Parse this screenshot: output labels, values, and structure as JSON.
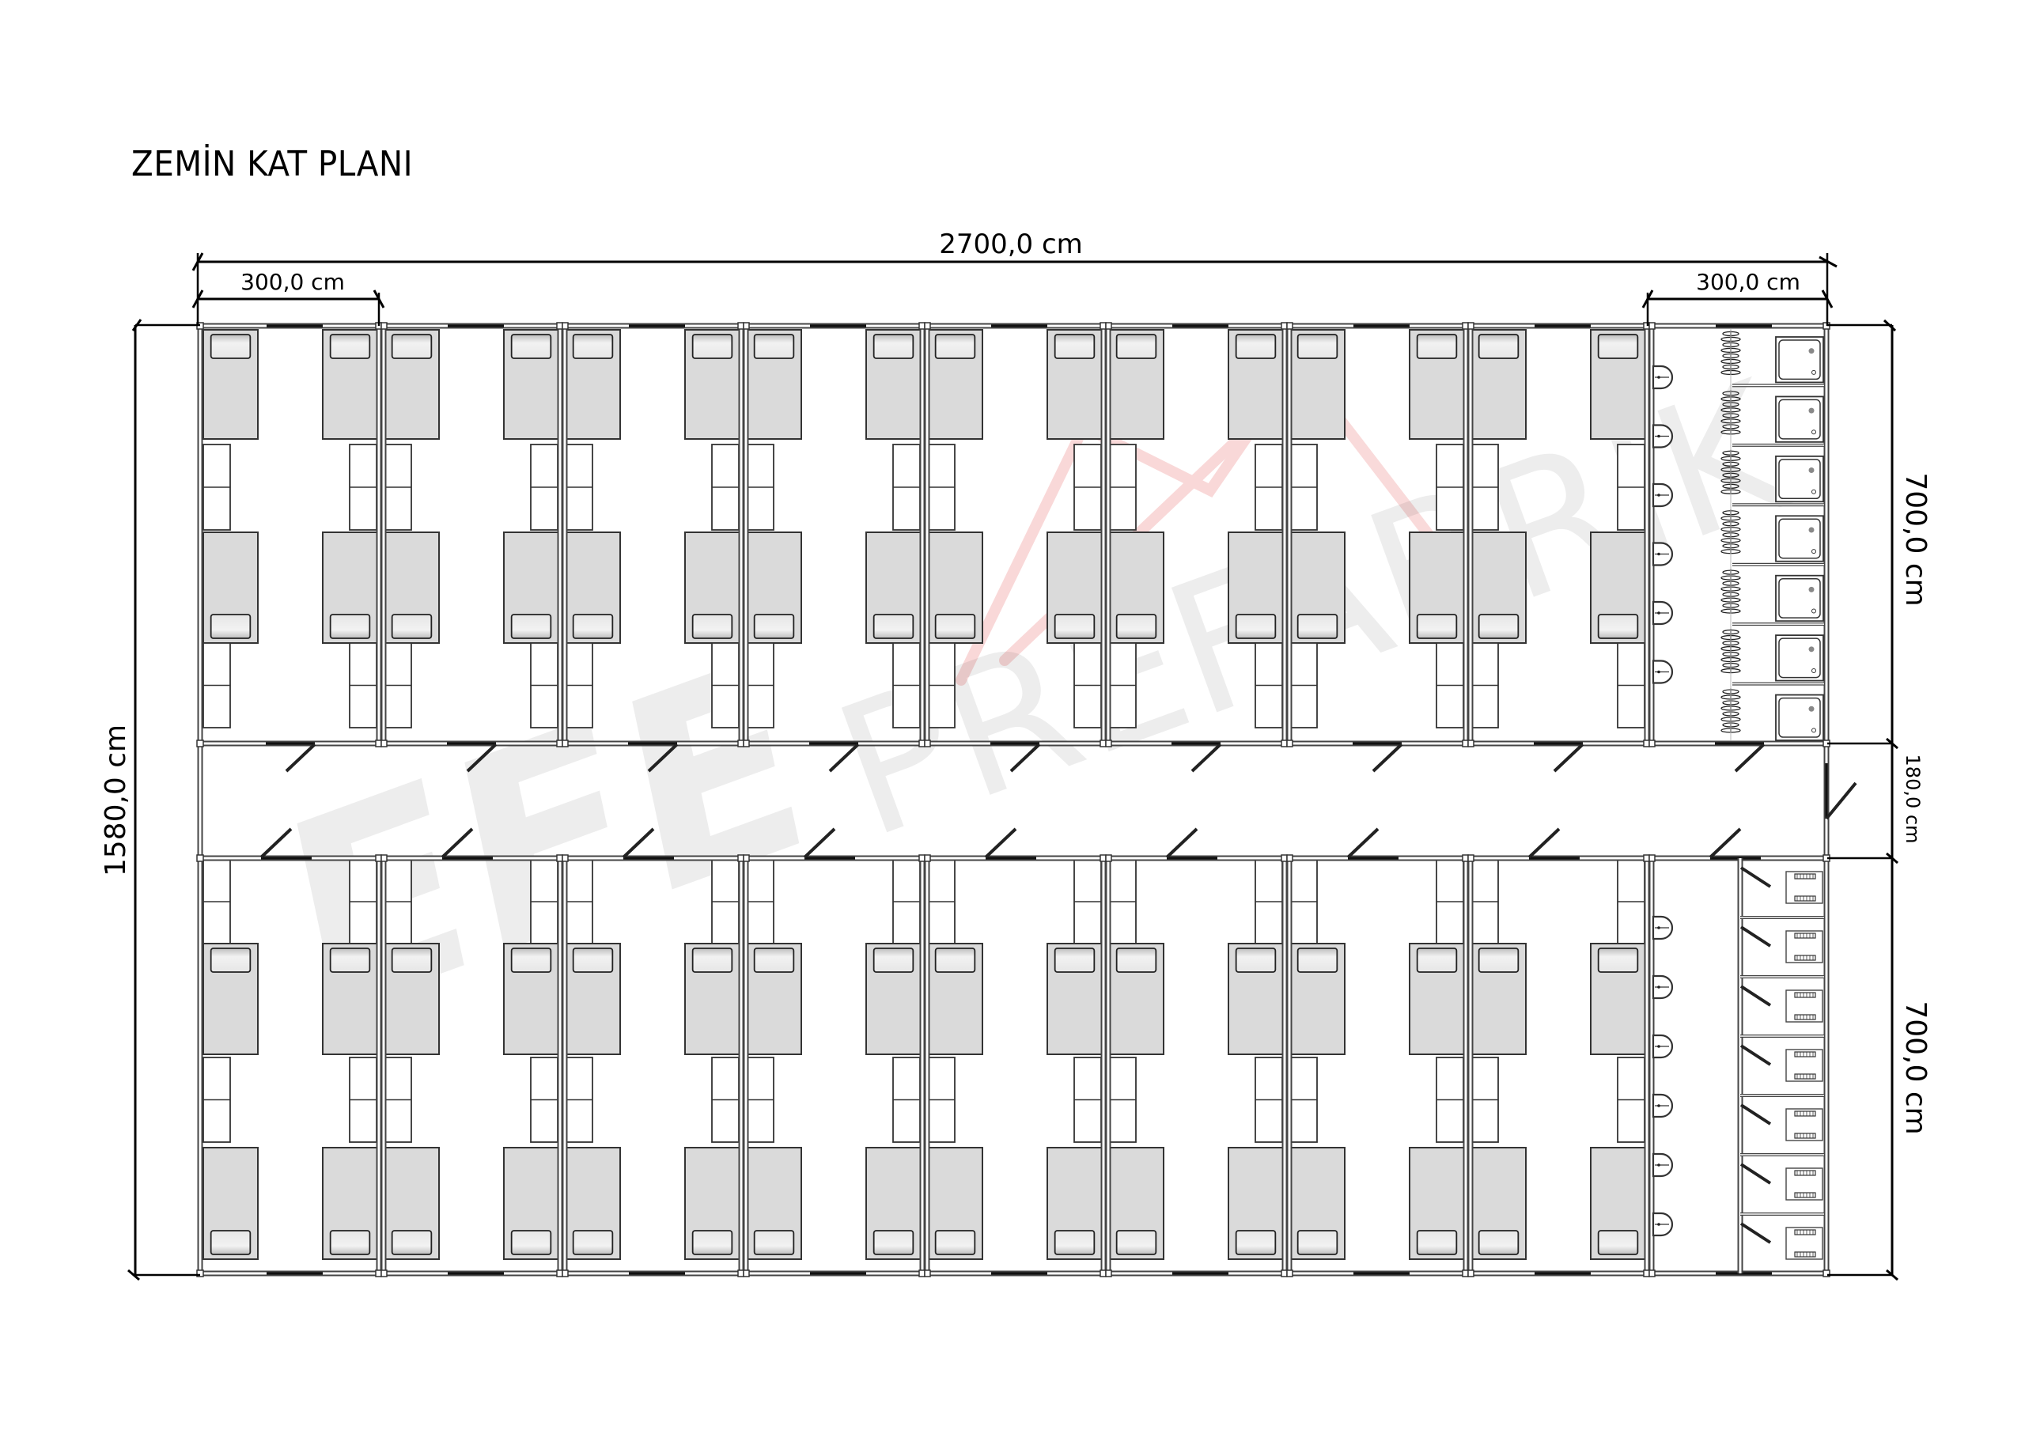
{
  "title": "ZEMİN KAT PLANI",
  "dimensions": {
    "overall_width": "2700,0 cm",
    "overall_depth": "1580,0 cm",
    "module_width_left": "300,0 cm",
    "module_width_right": "300,0 cm",
    "block_depth_top": "700,0 cm",
    "corridor_width": "180,0 cm",
    "block_depth_bottom": "700,0 cm"
  },
  "watermark": {
    "brand": "EFE",
    "text": "PREFABRİK",
    "logo_color": "#e03030"
  },
  "plan": {
    "bedroom_modules_per_side": 8,
    "beds_per_module": 4,
    "wardrobes_per_module": 4,
    "corridor_doors_per_side": 8,
    "wet_area_top": {
      "type": "shower-block",
      "showers": 7,
      "sinks": 6,
      "towel_rails": 7
    },
    "wet_area_bottom": {
      "type": "wc-block",
      "toilets": 7,
      "sinks": 6
    },
    "colors": {
      "wall": "#333333",
      "bed_fill": "#dadada",
      "line": "#222222",
      "dim": "#000000"
    }
  }
}
